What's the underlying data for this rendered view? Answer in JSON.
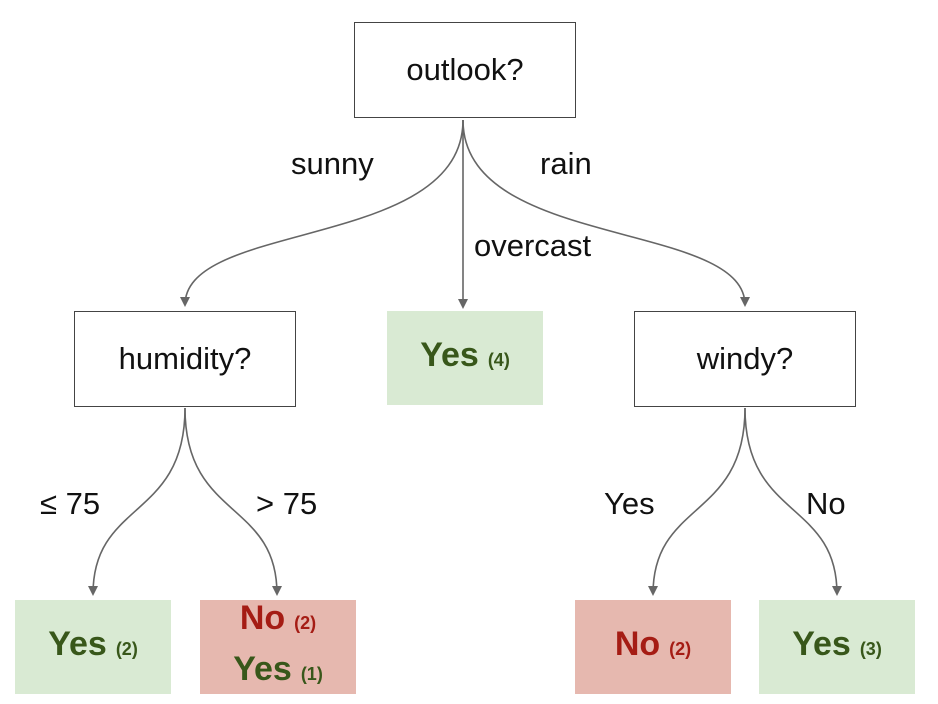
{
  "colors": {
    "edge": "#666666",
    "yes_leaf_bg": "#d9ead3",
    "no_leaf_bg": "#e6b8af",
    "yes_text": "#38571a",
    "no_text": "#a51c14"
  },
  "nodes": {
    "root": {
      "label": "outlook?"
    },
    "humidity": {
      "label": "humidity?"
    },
    "windy": {
      "label": "windy?"
    },
    "overcast_leaf": {
      "yes": "Yes",
      "yes_count": "(4)"
    },
    "humidity_low_leaf": {
      "yes": "Yes",
      "yes_count": "(2)"
    },
    "humidity_high_leaf": {
      "no": "No",
      "no_count": "(2)",
      "yes": "Yes",
      "yes_count": "(1)"
    },
    "windy_yes_leaf": {
      "no": "No",
      "no_count": "(2)"
    },
    "windy_no_leaf": {
      "yes": "Yes",
      "yes_count": "(3)"
    }
  },
  "edges": {
    "sunny": "sunny",
    "overcast": "overcast",
    "rain": "rain",
    "humidity_low": "≤ 75",
    "humidity_high": "> 75",
    "windy_yes": "Yes",
    "windy_no": "No"
  }
}
